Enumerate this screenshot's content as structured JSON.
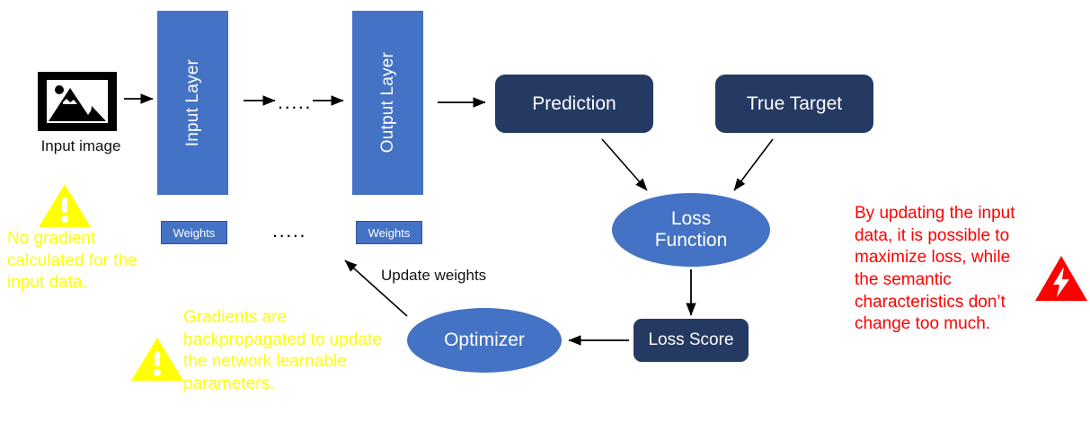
{
  "diagram": {
    "title": "Neural network training loop with adversarial input note",
    "colors": {
      "layer_blue": "#4472C4",
      "navy": "#243A63",
      "warning_yellow": "#FFFF00",
      "danger_red": "#FF0000",
      "arrow_black": "#000000",
      "background": "#FFFFFF"
    }
  },
  "input": {
    "icon": "picture-image-icon",
    "caption": "Input image"
  },
  "layers": [
    {
      "label": "Input Layer",
      "weights_label": "Weights"
    },
    {
      "label": "Output Layer",
      "weights_label": "Weights"
    }
  ],
  "ellipsis": {
    "between_layers": ".....",
    "between_weights": "....."
  },
  "boxes": {
    "prediction": "Prediction",
    "true_target": "True Target",
    "loss_score": "Loss Score"
  },
  "nodes": {
    "loss_function_line1": "Loss",
    "loss_function_line2": "Function",
    "optimizer": "Optimizer"
  },
  "edges": {
    "update_weights": "Update weights"
  },
  "notes": {
    "no_gradient": {
      "icon": "warning-triangle-icon",
      "text": "No gradient calculated for the input data."
    },
    "backprop": {
      "icon": "warning-triangle-icon",
      "text": "Gradients are backpropagated to update the network learnable parameters."
    },
    "adversarial": {
      "icon": "danger-lightning-icon",
      "text": "By updating the input data, it is possible to maximize loss, while the semantic characteristics don’t change too much."
    }
  }
}
